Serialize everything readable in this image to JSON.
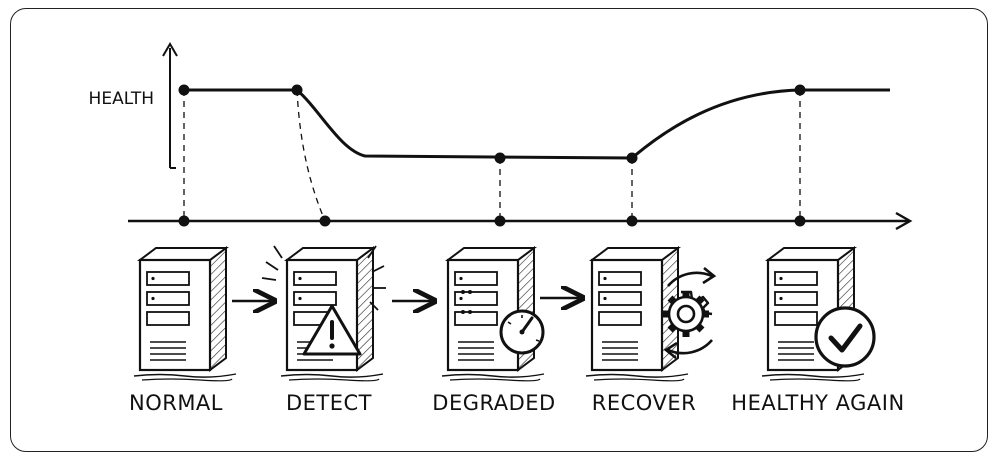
{
  "chart": {
    "y_axis_label": "HEALTH"
  },
  "stages": [
    {
      "label": "NORMAL",
      "icon": "server-icon"
    },
    {
      "label": "DETECT",
      "icon": "warning-icon"
    },
    {
      "label": "DEGRADED",
      "icon": "gauge-icon"
    },
    {
      "label": "RECOVER",
      "icon": "gear-refresh-icon"
    },
    {
      "label": "HEALTHY AGAIN",
      "icon": "checkmark-icon"
    }
  ],
  "colors": {
    "ink": "#111111",
    "background": "#ffffff"
  }
}
